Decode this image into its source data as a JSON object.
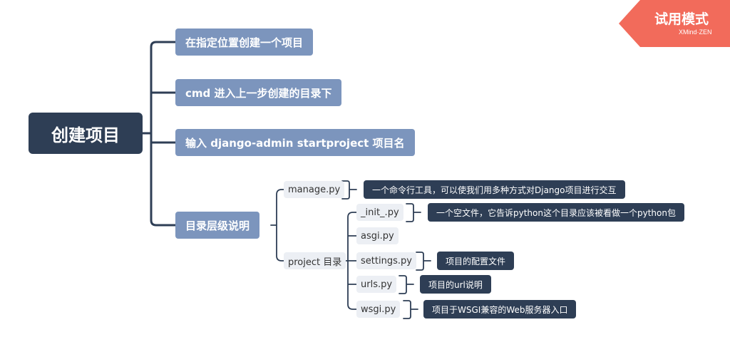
{
  "trial_badge": {
    "title": "试用模式",
    "brand": "XMind·ZEN",
    "color": "#f26b5b"
  },
  "colors": {
    "root_bg": "#2e3e55",
    "branch_bg": "#7c95bd",
    "leaf_bg": "#eceff4",
    "note_bg": "#2e3e55",
    "connector": "#2e3e55"
  },
  "root": {
    "label": "创建项目"
  },
  "branches": [
    {
      "label": "在指定位置创建一个项目"
    },
    {
      "label": "cmd 进入上一步创建的目录下"
    },
    {
      "label": "输入  django-admin startproject 项目名"
    },
    {
      "label": "目录层级说明"
    }
  ],
  "structure": {
    "manage": {
      "label": "manage.py",
      "note": "一个命令行工具，可以使我们用多种方式对Django项目进行交互"
    },
    "project": {
      "label": "project 目录",
      "files": [
        {
          "label": "_init_.py",
          "note": "一个空文件，它告诉python这个目录应该被看做一个python包"
        },
        {
          "label": "asgi.py",
          "note": ""
        },
        {
          "label": "settings.py",
          "note": "项目的配置文件"
        },
        {
          "label": "urls.py",
          "note": "项目的url说明"
        },
        {
          "label": "wsgi.py",
          "note": "项目于WSGI兼容的Web服务器入口"
        }
      ]
    }
  }
}
